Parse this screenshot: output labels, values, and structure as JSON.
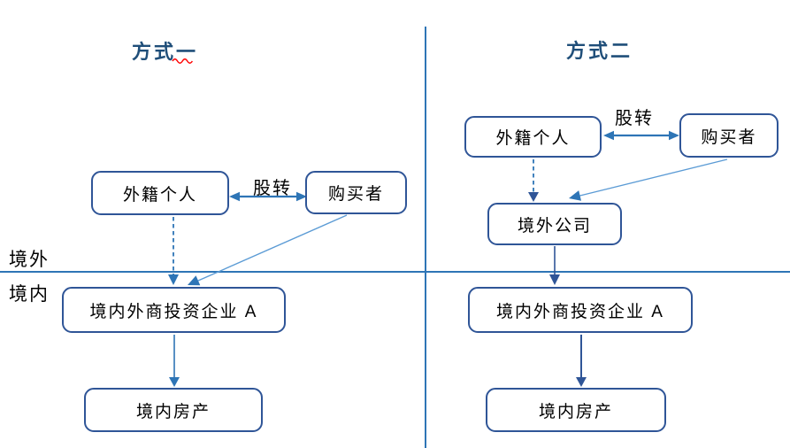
{
  "colors": {
    "accent_dark": "#2F5597",
    "accent_mid": "#2E75B6",
    "accent_light": "#5B9BD5",
    "title_text": "#1F4E79",
    "body_text": "#000000",
    "squiggle_red": "#FF0000",
    "background": "#FFFFFF"
  },
  "region_labels": {
    "offshore": "境外",
    "onshore": "境内"
  },
  "method_one": {
    "title": "方式一",
    "nodes": {
      "foreign_individual": "外籍个人",
      "buyer": "购买者",
      "fie": "境内外商投资企业 A",
      "property": "境内房产"
    },
    "edges": {
      "share_transfer": "股转"
    }
  },
  "method_two": {
    "title": "方式二",
    "nodes": {
      "foreign_individual": "外籍个人",
      "buyer": "购买者",
      "offshore_company": "境外公司",
      "fie": "境内外商投资企业 A",
      "property": "境内房产"
    },
    "edges": {
      "share_transfer": "股转"
    }
  }
}
